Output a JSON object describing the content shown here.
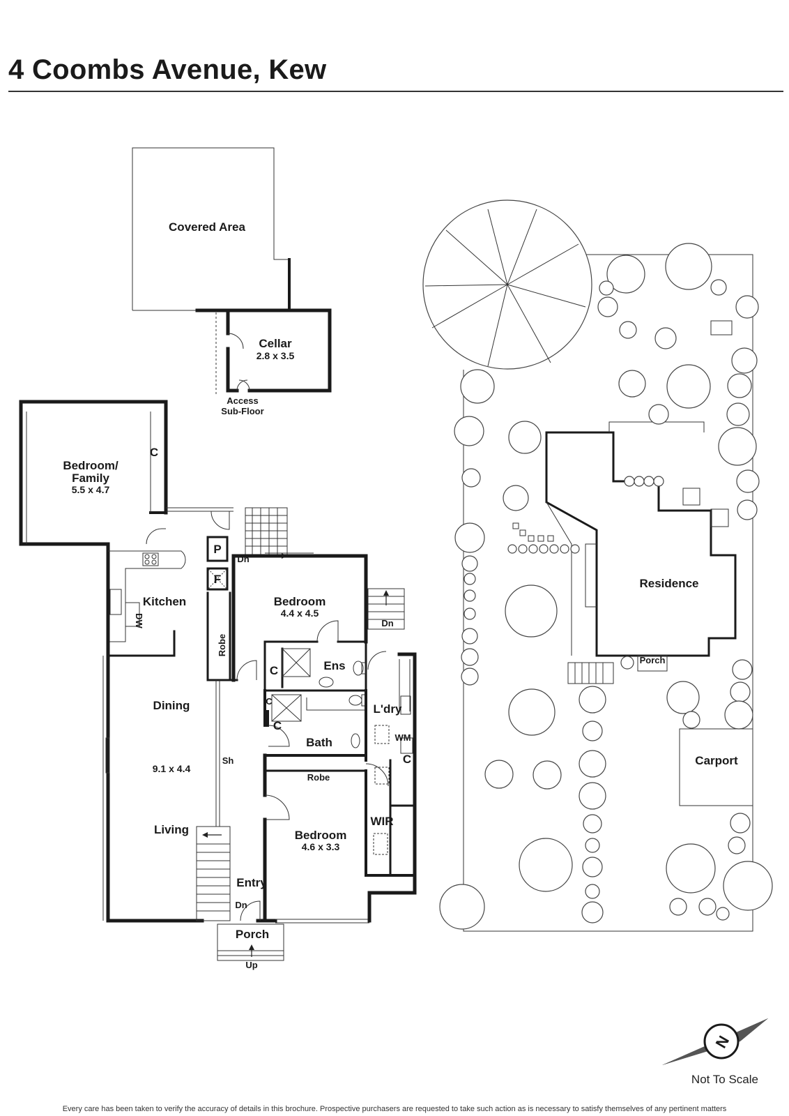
{
  "title": "4 Coombs Avenue, Kew",
  "rooms": {
    "covered_area": "Covered Area",
    "cellar": "Cellar",
    "cellar_dim": "2.8 x 3.5",
    "access_line1": "Access",
    "access_line2": "Sub-Floor",
    "bedroom_family_line1": "Bedroom/",
    "bedroom_family_line2": "Family",
    "bedroom_family_dim": "5.5 x 4.7",
    "kitchen": "Kitchen",
    "dw": "DW",
    "dining": "Dining",
    "living_dim": "9.1 x 4.4",
    "living": "Living",
    "bedroom1": "Bedroom",
    "bedroom1_dim": "4.4 x 4.5",
    "robe_vertical": "Robe",
    "pantry": "P",
    "fridge": "F",
    "ens": "Ens",
    "cupboard": "C",
    "laundry": "L'dry",
    "wm": "WM",
    "bath": "Bath",
    "robe": "Robe",
    "bedroom2": "Bedroom",
    "bedroom2_dim": "4.6 x 3.3",
    "wir": "WIR",
    "sh": "Sh",
    "entry": "Entry",
    "dn": "Dn",
    "porch": "Porch",
    "up": "Up"
  },
  "site": {
    "residence": "Residence",
    "porch": "Porch",
    "carport": "Carport"
  },
  "compass": {
    "label": "N"
  },
  "not_to_scale": "Not To Scale",
  "disclaimer": "Every care has been taken to verify the accuracy of details in this brochure. Prospective purchasers are requested to take such action as is necessary to satisfy themselves of any pertinent matters"
}
